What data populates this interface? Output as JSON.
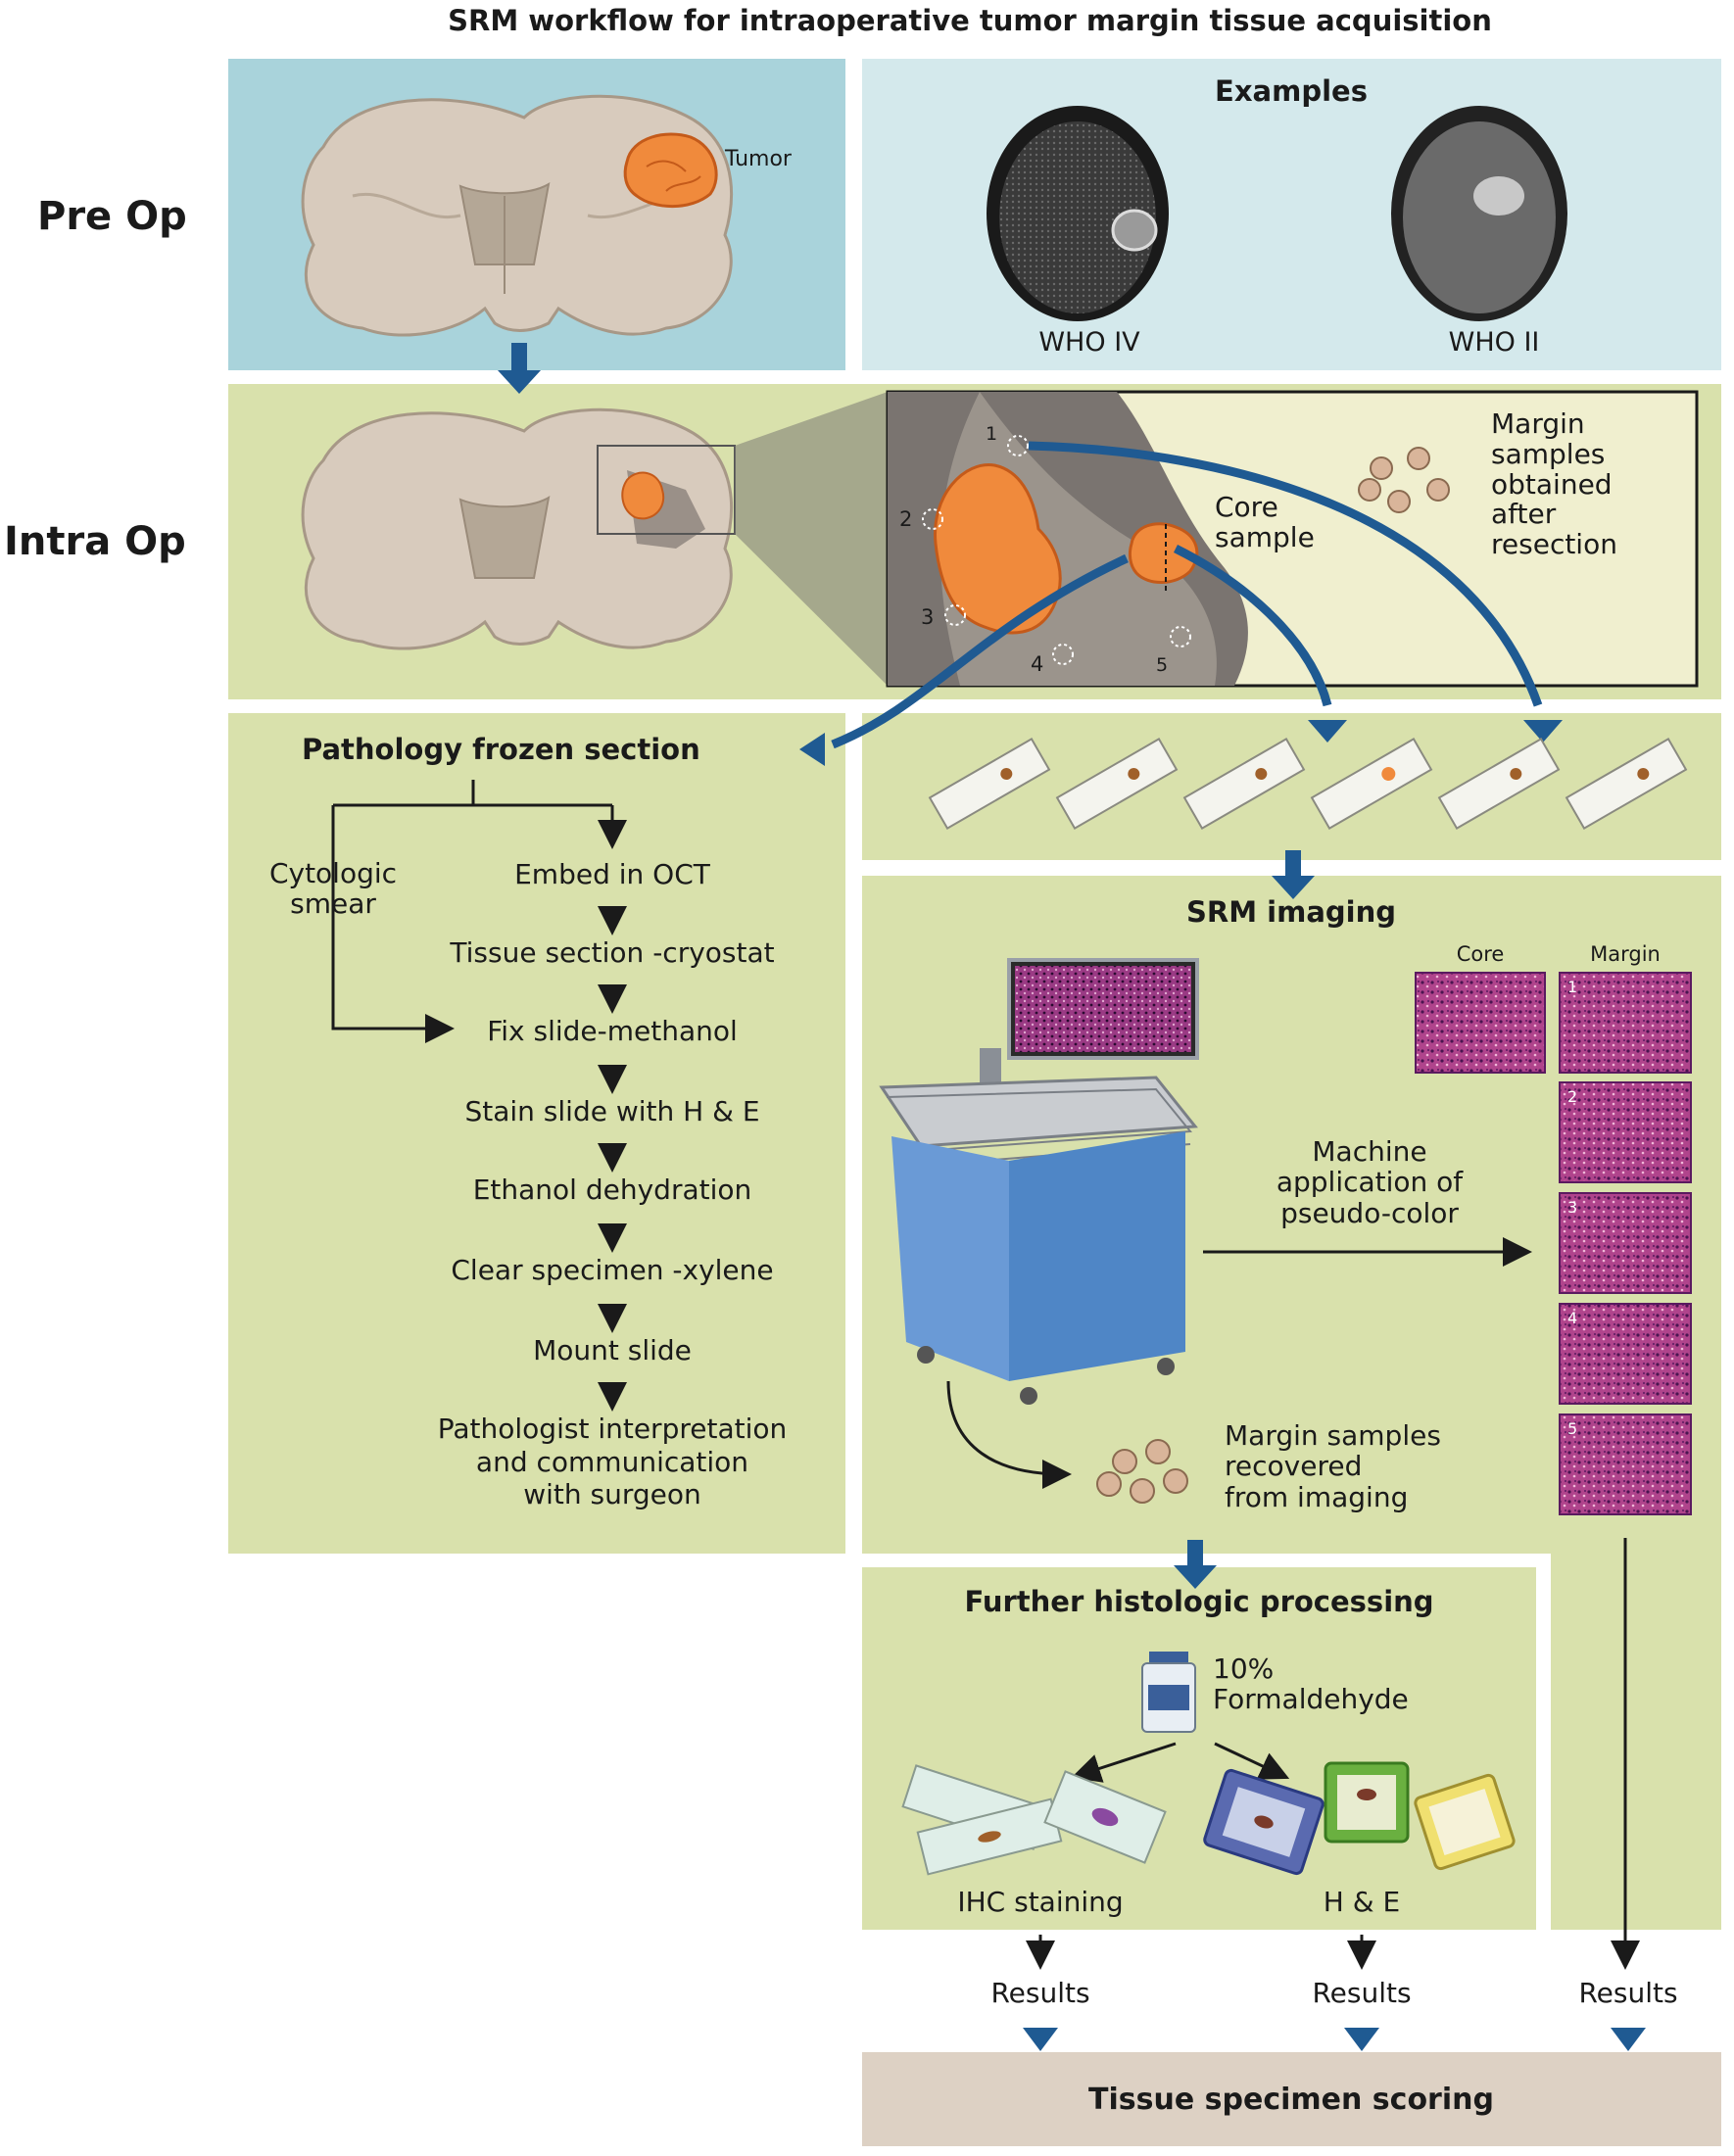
{
  "title": "SRM workflow for intraoperative tumor margin tissue acquisition",
  "rows": {
    "pre_op": "Pre Op",
    "intra_op": "Intra Op"
  },
  "preop": {
    "tumor_label": "Tumor",
    "examples_heading": "Examples",
    "example_1": "WHO IV",
    "example_2": "WHO II"
  },
  "intraop": {
    "core_label": "Core\nsample",
    "margin_label": "Margin\nsamples\nobtained\nafter\nresection",
    "sites": [
      "1",
      "2",
      "3",
      "4",
      "5"
    ]
  },
  "pathology": {
    "heading": "Pathology frozen section",
    "smear": "Cytologic\nsmear",
    "steps": [
      "Embed in OCT",
      "Tissue section -cryostat",
      "Fix slide-methanol",
      "Stain slide with H & E",
      "Ethanol dehydration",
      "Clear specimen -xylene",
      "Mount slide",
      "Pathologist interpretation\nand communication\nwith surgeon"
    ]
  },
  "srm": {
    "heading": "SRM imaging",
    "core_col": "Core",
    "margin_col": "Margin",
    "tile_numbers": [
      "1",
      "2",
      "3",
      "4",
      "5"
    ],
    "machine_label": "Machine\napplication of\npseudo-color",
    "recovered_label": "Margin samples\nrecovered\nfrom imaging"
  },
  "further": {
    "heading": "Further histologic processing",
    "formaldehyde": "10%\nFormaldehyde",
    "ihc": "IHC staining",
    "he": "H & E"
  },
  "results": [
    "Results",
    "Results",
    "Results"
  ],
  "scoring": "Tissue specimen scoring",
  "colors": {
    "preop_panel": "#a9d3db",
    "examples_panel": "#d4e9ec",
    "green_panel": "#d9e1ac",
    "scoring_panel": "#ddd1c4",
    "arrow_blue": "#1f5a92",
    "tumor_orange": "#f08a3c",
    "he_pink": "#b0448c",
    "cart_blue": "#4f86c6"
  }
}
